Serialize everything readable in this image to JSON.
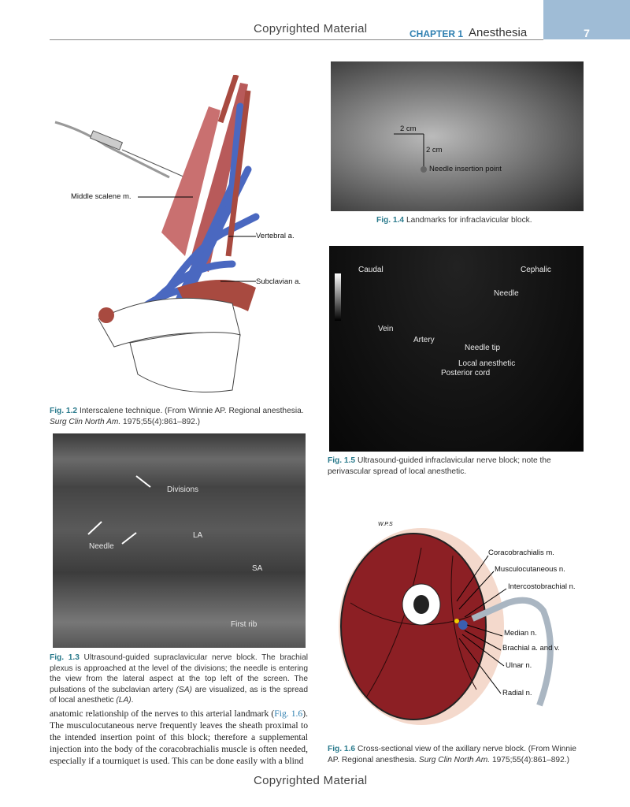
{
  "header": {
    "watermark": "Copyrighted Material",
    "chapter": "CHAPTER 1",
    "chapter_title": "Anesthesia",
    "page_number": "7"
  },
  "footer": {
    "watermark": "Copyrighted Material"
  },
  "fig_1_2": {
    "labels": {
      "middle_scalene": "Middle scalene m.",
      "vertebral": "Vertebral a.",
      "subclavian": "Subclavian a."
    },
    "caption": {
      "num": "Fig. 1.2",
      "text": " Interscalene technique. (From Winnie AP. Regional anesthesia. ",
      "journal": "Surg Clin North Am.",
      "tail": " 1975;55(4):861–892.)"
    }
  },
  "fig_1_3": {
    "labels": {
      "divisions": "Divisions",
      "needle": "Needle",
      "la": "LA",
      "sa": "SA",
      "first_rib": "First rib"
    },
    "caption": {
      "num": "Fig. 1.3",
      "t1": " Ultrasound-guided supraclavicular nerve block. The brachial plexus is approached at the level of the divisions; the needle is entering the view from the lateral aspect at the top left of the screen. The pulsations of the subclavian artery ",
      "sa": "(SA)",
      "t2": " are visualized, as is the spread of local anesthetic ",
      "la": "(LA)",
      "t3": "."
    }
  },
  "body_text": {
    "t1": "anatomic relationship of the nerves to this arterial landmark (",
    "ref": "Fig. 1.6",
    "t2": "). The musculocutaneous nerve frequently leaves the sheath proximal to the intended insertion point of this block; therefore a supplemental injection into the body of the coracobrachialis muscle is often needed, especially if a tourniquet is used. This can be done easily with a blind"
  },
  "fig_1_4": {
    "labels": {
      "h": "2 cm",
      "v": "2 cm",
      "point": "Needle insertion point"
    },
    "caption": {
      "num": "Fig. 1.4",
      "text": " Landmarks for infraclavicular block."
    }
  },
  "fig_1_5": {
    "labels": {
      "caudal": "Caudal",
      "cephalic": "Cephalic",
      "needle": "Needle",
      "vein": "Vein",
      "artery": "Artery",
      "needle_tip": "Needle tip",
      "local": "Local anesthetic",
      "posterior": "Posterior cord"
    },
    "caption": {
      "num": "Fig. 1.5",
      "text": " Ultrasound-guided infraclavicular nerve block; note the perivascular spread of local anesthetic."
    }
  },
  "fig_1_6": {
    "artist": "W.P.S",
    "labels": {
      "coraco": "Coracobrachialis m.",
      "musculo": "Musculocutaneous n.",
      "intercosto": "Intercostobrachial n.",
      "median": "Median n.",
      "brachial": "Brachial a. and v.",
      "ulnar": "Ulnar n.",
      "radial": "Radial n."
    },
    "caption": {
      "num": "Fig. 1.6",
      "t1": " Cross-sectional view of the axillary nerve block. (From Winnie AP. Regional anesthesia. ",
      "journal": "Surg Clin North Am.",
      "t2": " 1975;55(4):861–892.)"
    }
  }
}
